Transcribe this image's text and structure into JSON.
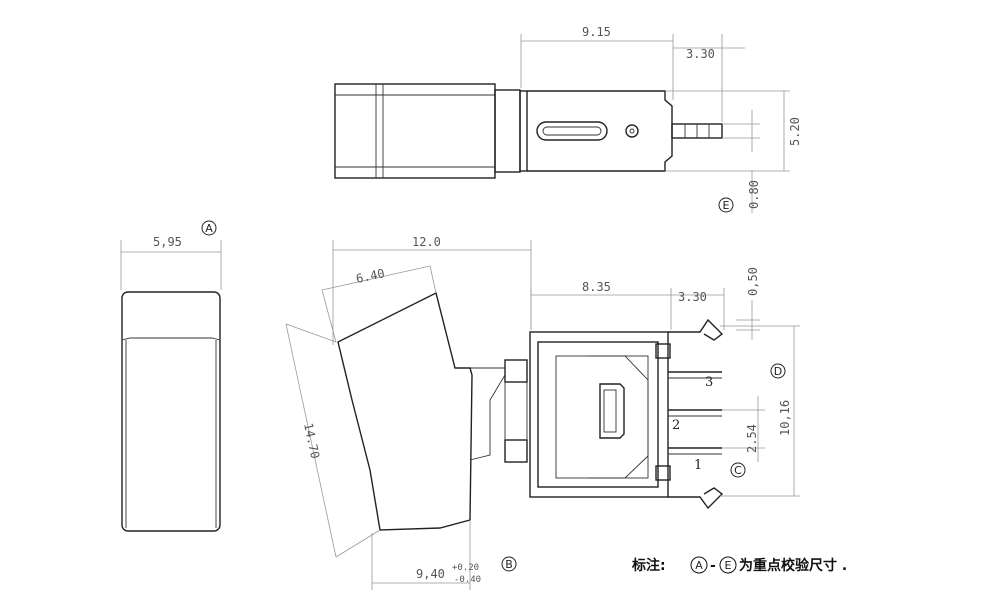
{
  "dimensions": {
    "top_9_15": "9.15",
    "top_3_30": "3.30",
    "top_5_20": "5.20",
    "top_0_80": "0.80",
    "side_5_95": "5,95",
    "main_12_0": "12.0",
    "main_6_40": "6.40",
    "main_14_70": "14.70",
    "main_9_40": "9,40",
    "tol_plus": "+0.20",
    "tol_minus": "-0.40",
    "main_8_35": "8.35",
    "main_3_30": "3.30",
    "main_0_50": "0,50",
    "main_10_16": "10,16",
    "main_2_54": "2.54"
  },
  "pins": {
    "p1": "1",
    "p2": "2",
    "p3": "3"
  },
  "markers": {
    "a": "A",
    "b": "B",
    "c": "C",
    "d": "D",
    "e": "E"
  },
  "note": {
    "label": "标注:",
    "marker_a": "A",
    "dash": "-",
    "marker_e": "E",
    "text": "为重点校验尺寸 ."
  }
}
